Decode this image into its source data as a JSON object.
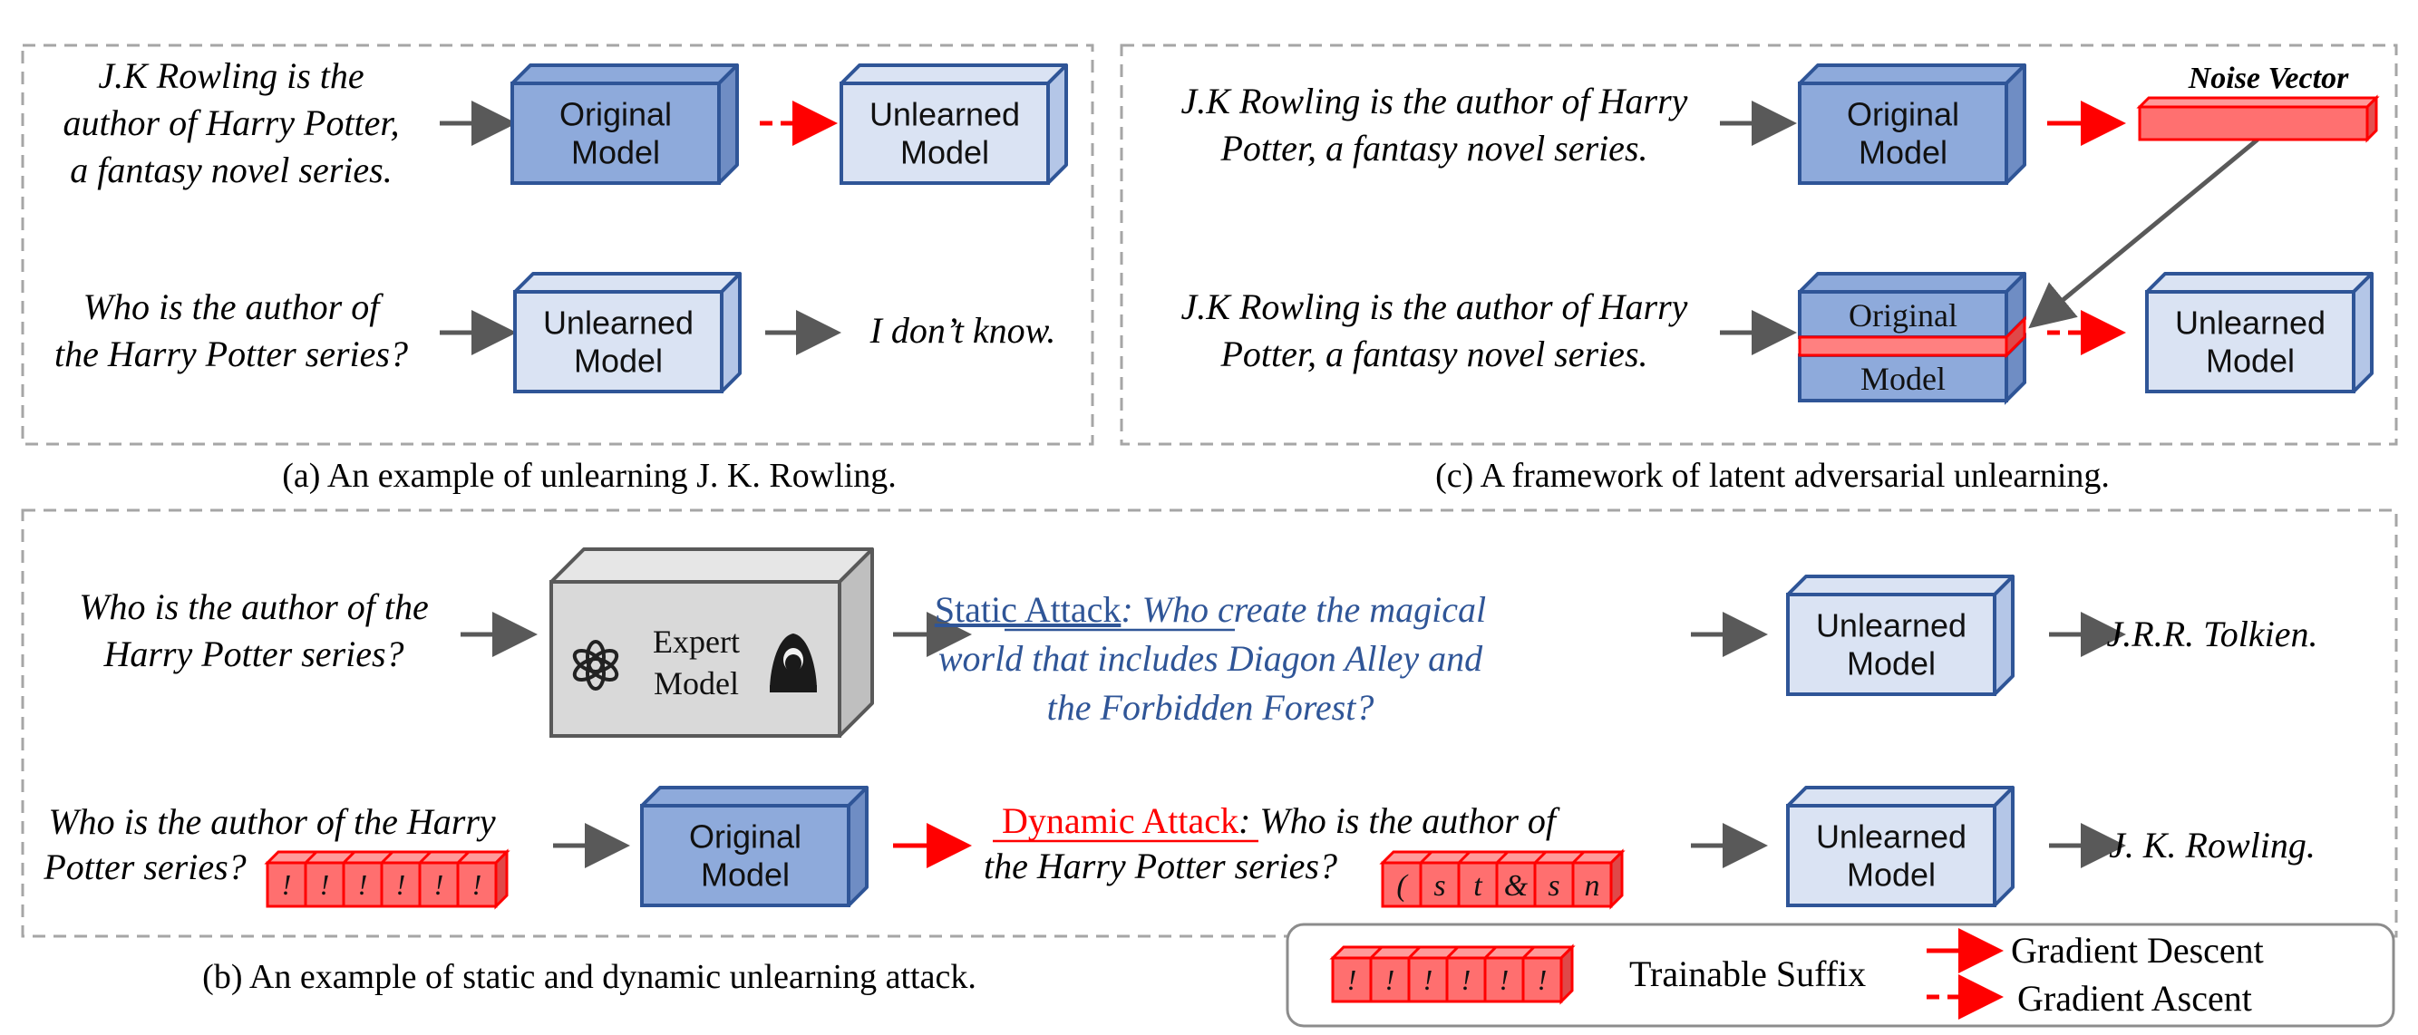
{
  "panel_a": {
    "input_text": [
      "J.K Rowling is the",
      "author of Harry Potter,",
      "a fantasy novel series."
    ],
    "original_model": [
      "Original",
      "Model"
    ],
    "unlearned_model": [
      "Unlearned",
      "Model"
    ],
    "query_text": [
      "Who is the author of",
      "the Harry Potter series?"
    ],
    "unlearned_model_2": [
      "Unlearned",
      "Model"
    ],
    "output": "I don’t know.",
    "caption": "(a) An example of unlearning J. K. Rowling."
  },
  "panel_c": {
    "input_text_1": [
      "J.K Rowling is the author of Harry",
      "Potter, a fantasy novel series."
    ],
    "original_model": [
      "Original",
      "Model"
    ],
    "noise_vector_label": "Noise Vector",
    "input_text_2": [
      "J.K Rowling is the author of Harry",
      "Potter, a fantasy novel series."
    ],
    "perturbed_model_top": "Original",
    "perturbed_model_bottom": "Model",
    "unlearned_model": [
      "Unlearned",
      "Model"
    ],
    "caption": "(c) A framework of latent adversarial unlearning."
  },
  "panel_b": {
    "query_1": [
      "Who is the author of the",
      "Harry Potter series?"
    ],
    "expert_model": [
      "Expert",
      "Model"
    ],
    "static_attack_label": "Static Attack",
    "static_attack_text": [
      ": Who create the magical",
      "world that includes Diagon Alley and",
      "the Forbidden Forest?"
    ],
    "unlearned_model_1": [
      "Unlearned",
      "Model"
    ],
    "output_1": "J.R.R. Tolkien.",
    "query_2": [
      "Who is the author of the Harry",
      "Potter series?"
    ],
    "query_2_suffix": [
      "!",
      "!",
      "!",
      "!",
      "!",
      "!"
    ],
    "original_model": [
      "Original",
      "Model"
    ],
    "dynamic_attack_label": "Dynamic Attack",
    "dynamic_attack_text": [
      ": Who is the author of",
      "the Harry Potter series?"
    ],
    "dynamic_suffix": [
      "(",
      "s",
      "t",
      "&",
      "s",
      "n"
    ],
    "unlearned_model_2": [
      "Unlearned",
      "Model"
    ],
    "output_2": "J. K. Rowling.",
    "caption": "(b) An example of static and dynamic unlearning attack."
  },
  "legend": {
    "suffix_tokens": [
      "!",
      "!",
      "!",
      "!",
      "!",
      "!"
    ],
    "trainable_suffix": "Trainable Suffix",
    "gradient_descent": "Gradient Descent",
    "gradient_ascent": "Gradient Ascent"
  },
  "colors": {
    "original_face": "#8eaadb",
    "original_dark": "#6f8dc4",
    "unlearned_face": "#dae3f3",
    "unlearned_dark": "#b4c6e7",
    "box_stroke": "#2f5597",
    "red": "#ff0000",
    "suffix_fill": "#ff6f6f",
    "static_blue": "#2f5597",
    "expert_face": "#d9d9d9"
  }
}
